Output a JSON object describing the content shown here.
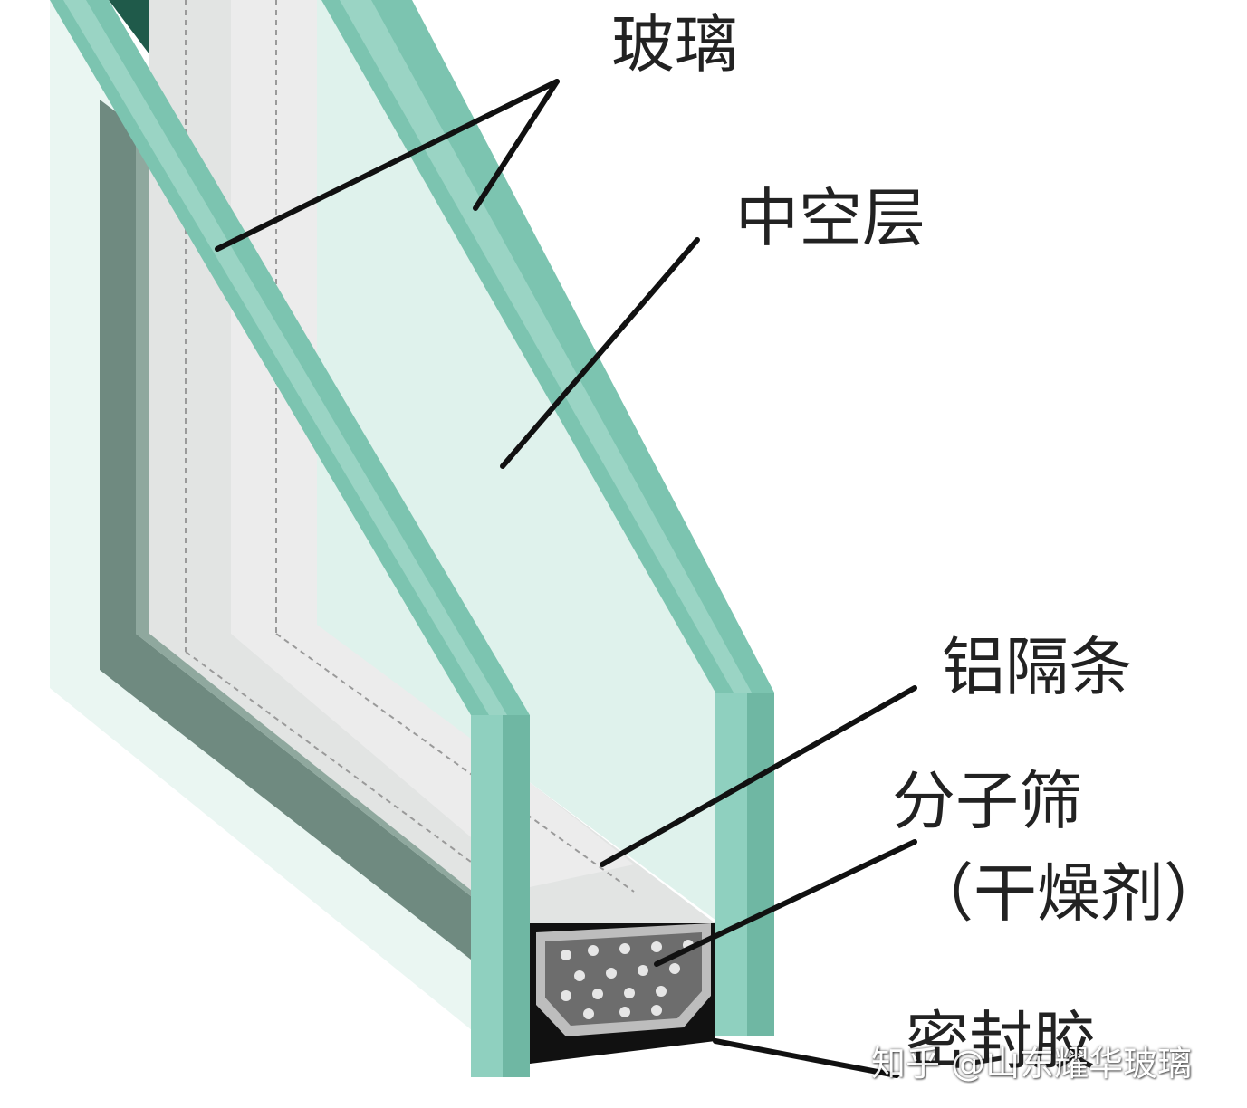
{
  "labels": {
    "glass": "玻璃",
    "air_space": "中空层",
    "spacer": "铝隔条",
    "desiccant_line1": "分子筛",
    "desiccant_line2": "（干燥剂）",
    "sealant": "密封胶"
  },
  "watermark": "知乎 @山东耀华玻璃",
  "colors": {
    "glass_face": "#e8f6f2",
    "glass_edge": "#7cc4b0",
    "glass_edge_dark": "#5e9e8c",
    "frame_dark": "#6f8a80",
    "spacer": "#dedede",
    "desiccant": "#6d6d6d",
    "sealant": "#111111",
    "leader_line": "#111111"
  },
  "icons": [
    "insulated-glass-cross-section"
  ]
}
